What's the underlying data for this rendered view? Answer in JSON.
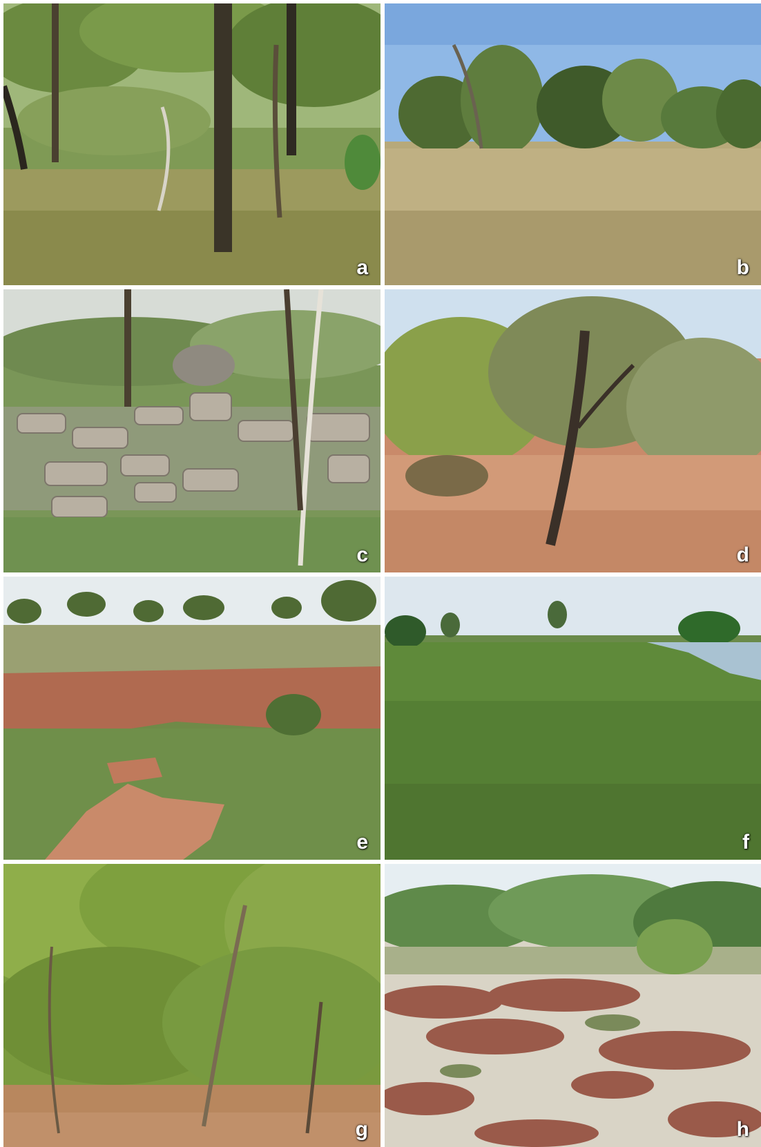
{
  "panels": [
    {
      "label": "a"
    },
    {
      "label": "b"
    },
    {
      "label": "c"
    },
    {
      "label": "d"
    },
    {
      "label": "e"
    },
    {
      "label": "f"
    },
    {
      "label": "g"
    },
    {
      "label": "h"
    }
  ],
  "colors": {
    "panel_label": "#ffffff",
    "sky_blue": "#8fb8e6",
    "savanna_grass": "#b7a97a",
    "green_foliage": "#6f8f3e",
    "red_soil": "#c98a6a",
    "sandstone": "#b8b0a2",
    "wetland_green": "#5f8a3a",
    "salt_flat": "#d9d4c6",
    "samphire_red": "#9a5a4a"
  }
}
